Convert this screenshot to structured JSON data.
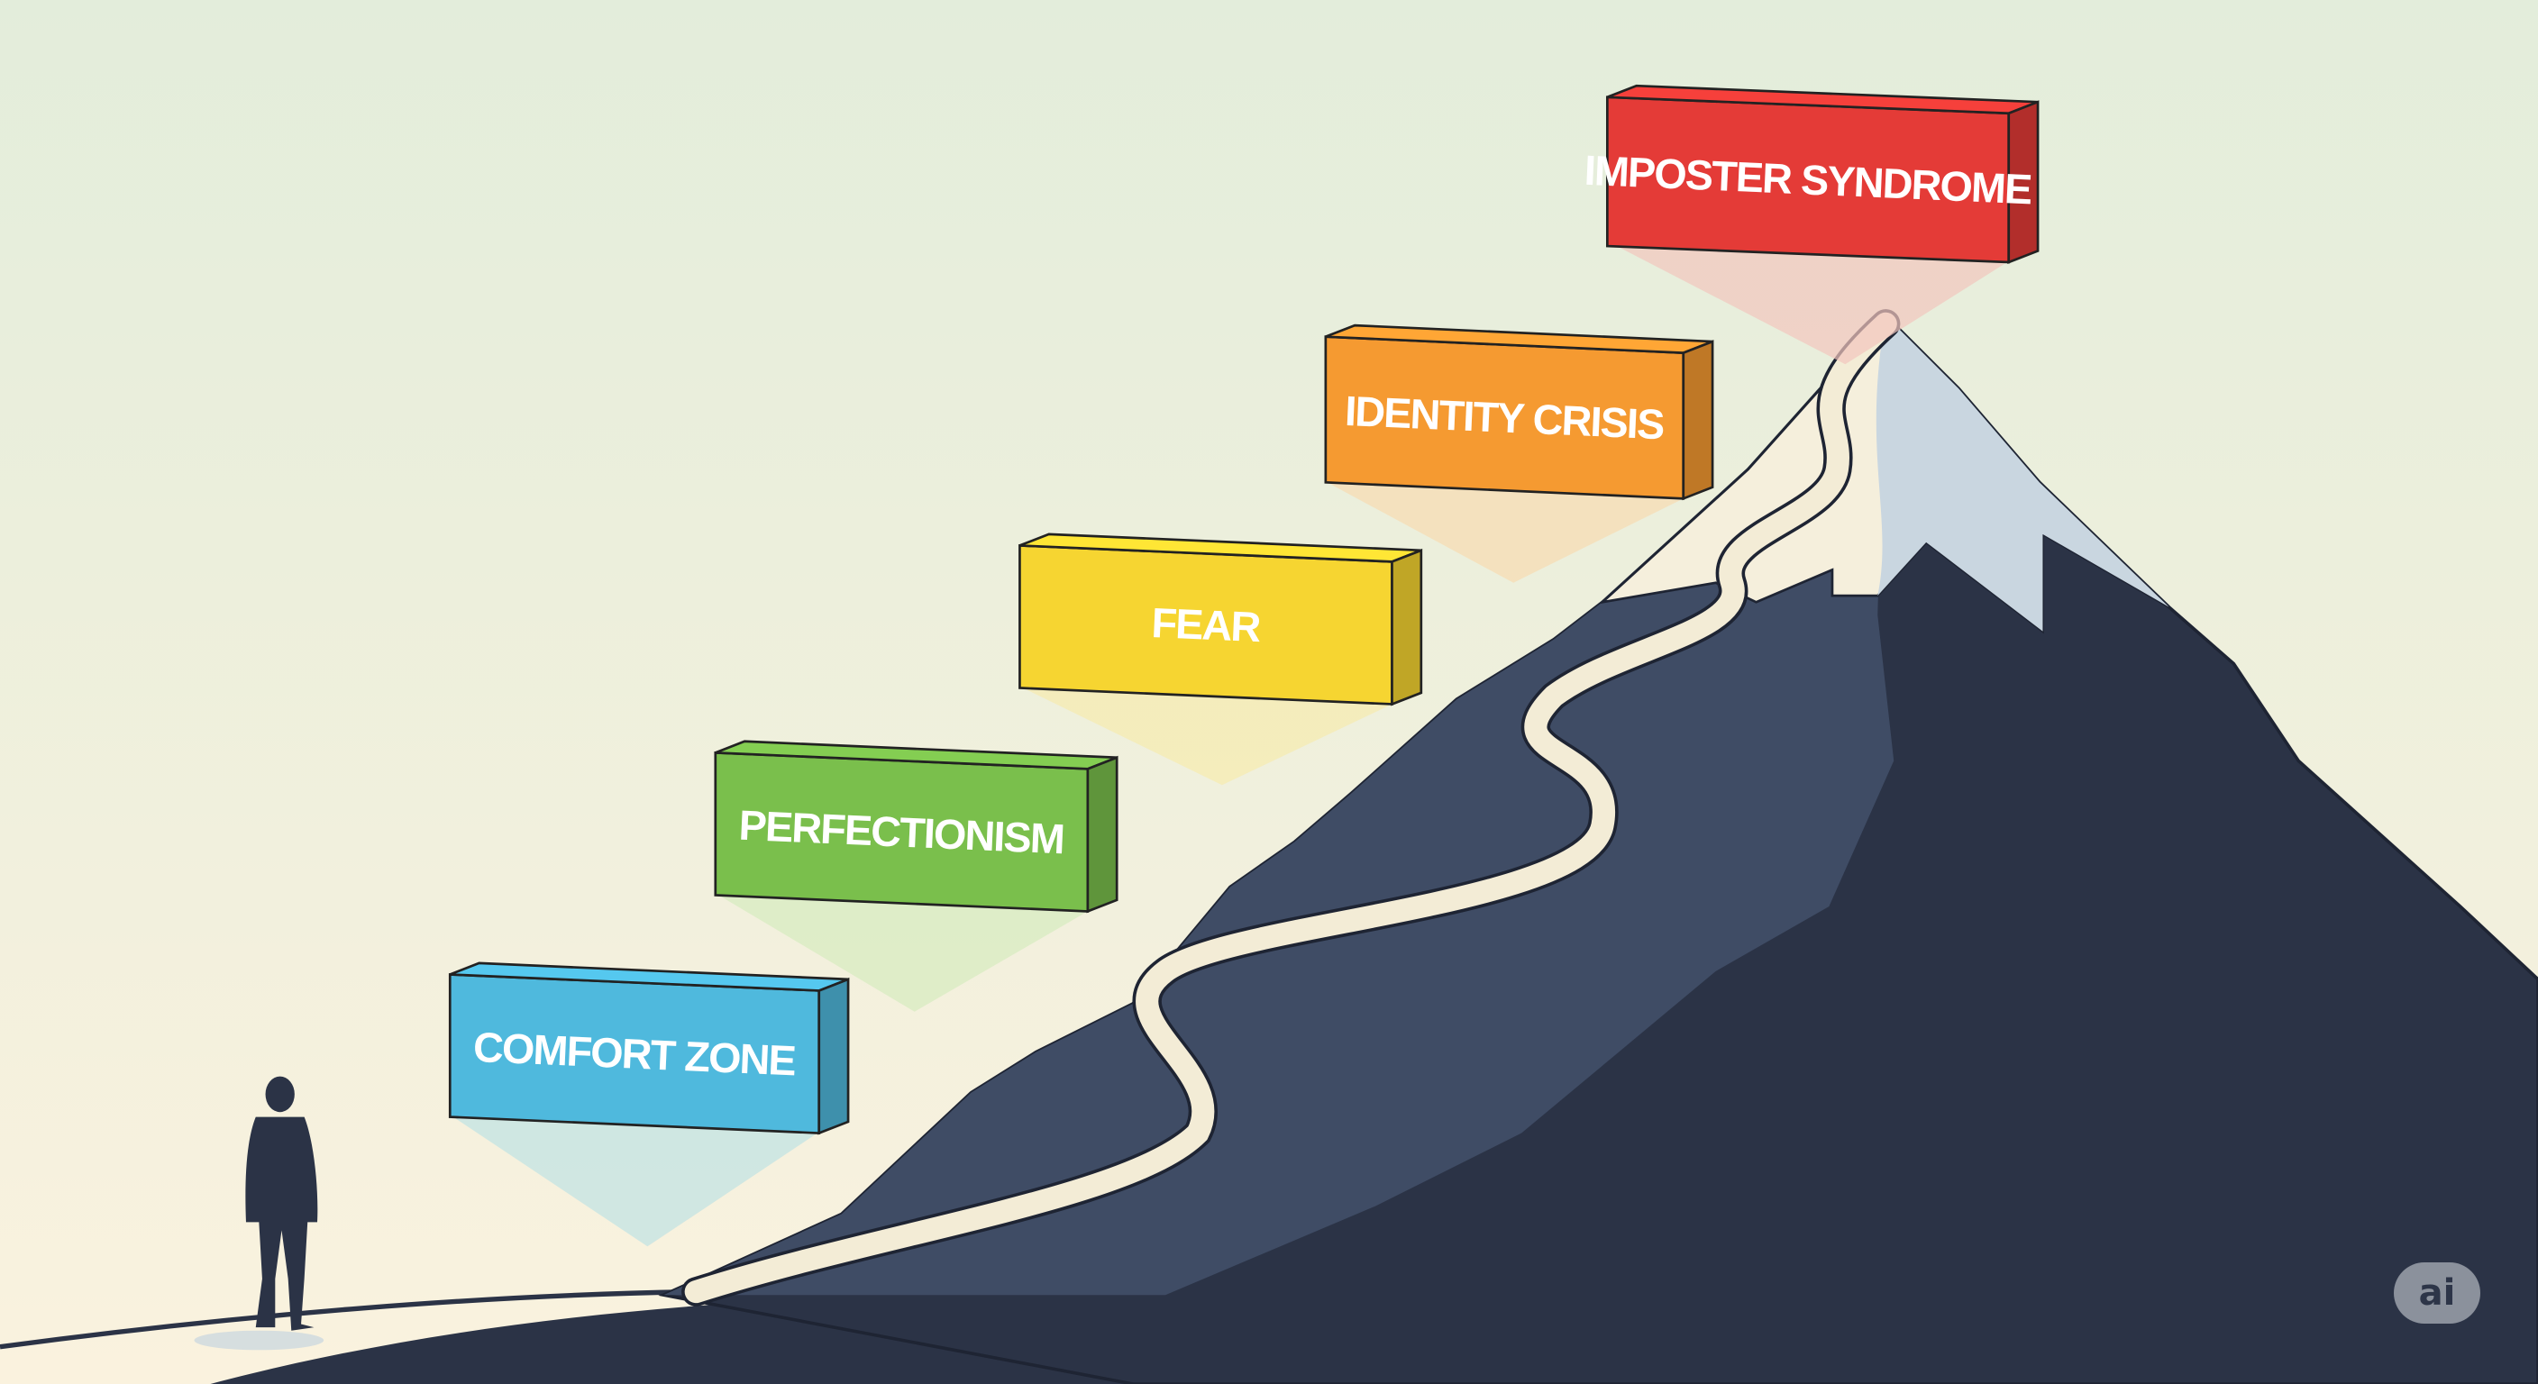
{
  "steps": [
    {
      "label": "COMFORT ZONE",
      "color": "#4fb9dd"
    },
    {
      "label": "PERFECTIONISM",
      "color": "#7abf4c"
    },
    {
      "label": "FEAR",
      "color": "#f6d531"
    },
    {
      "label": "IDENTITY CRISIS",
      "color": "#f59a31"
    },
    {
      "label": "IMPOSTER SYNDROME",
      "color": "#e43b37"
    }
  ],
  "badge": {
    "text": "ai"
  },
  "colors": {
    "mountain_dark": "#2b3346",
    "mountain_light": "#3f4c65",
    "path": "#f3ecd6",
    "snow": "#c9d6e0"
  }
}
